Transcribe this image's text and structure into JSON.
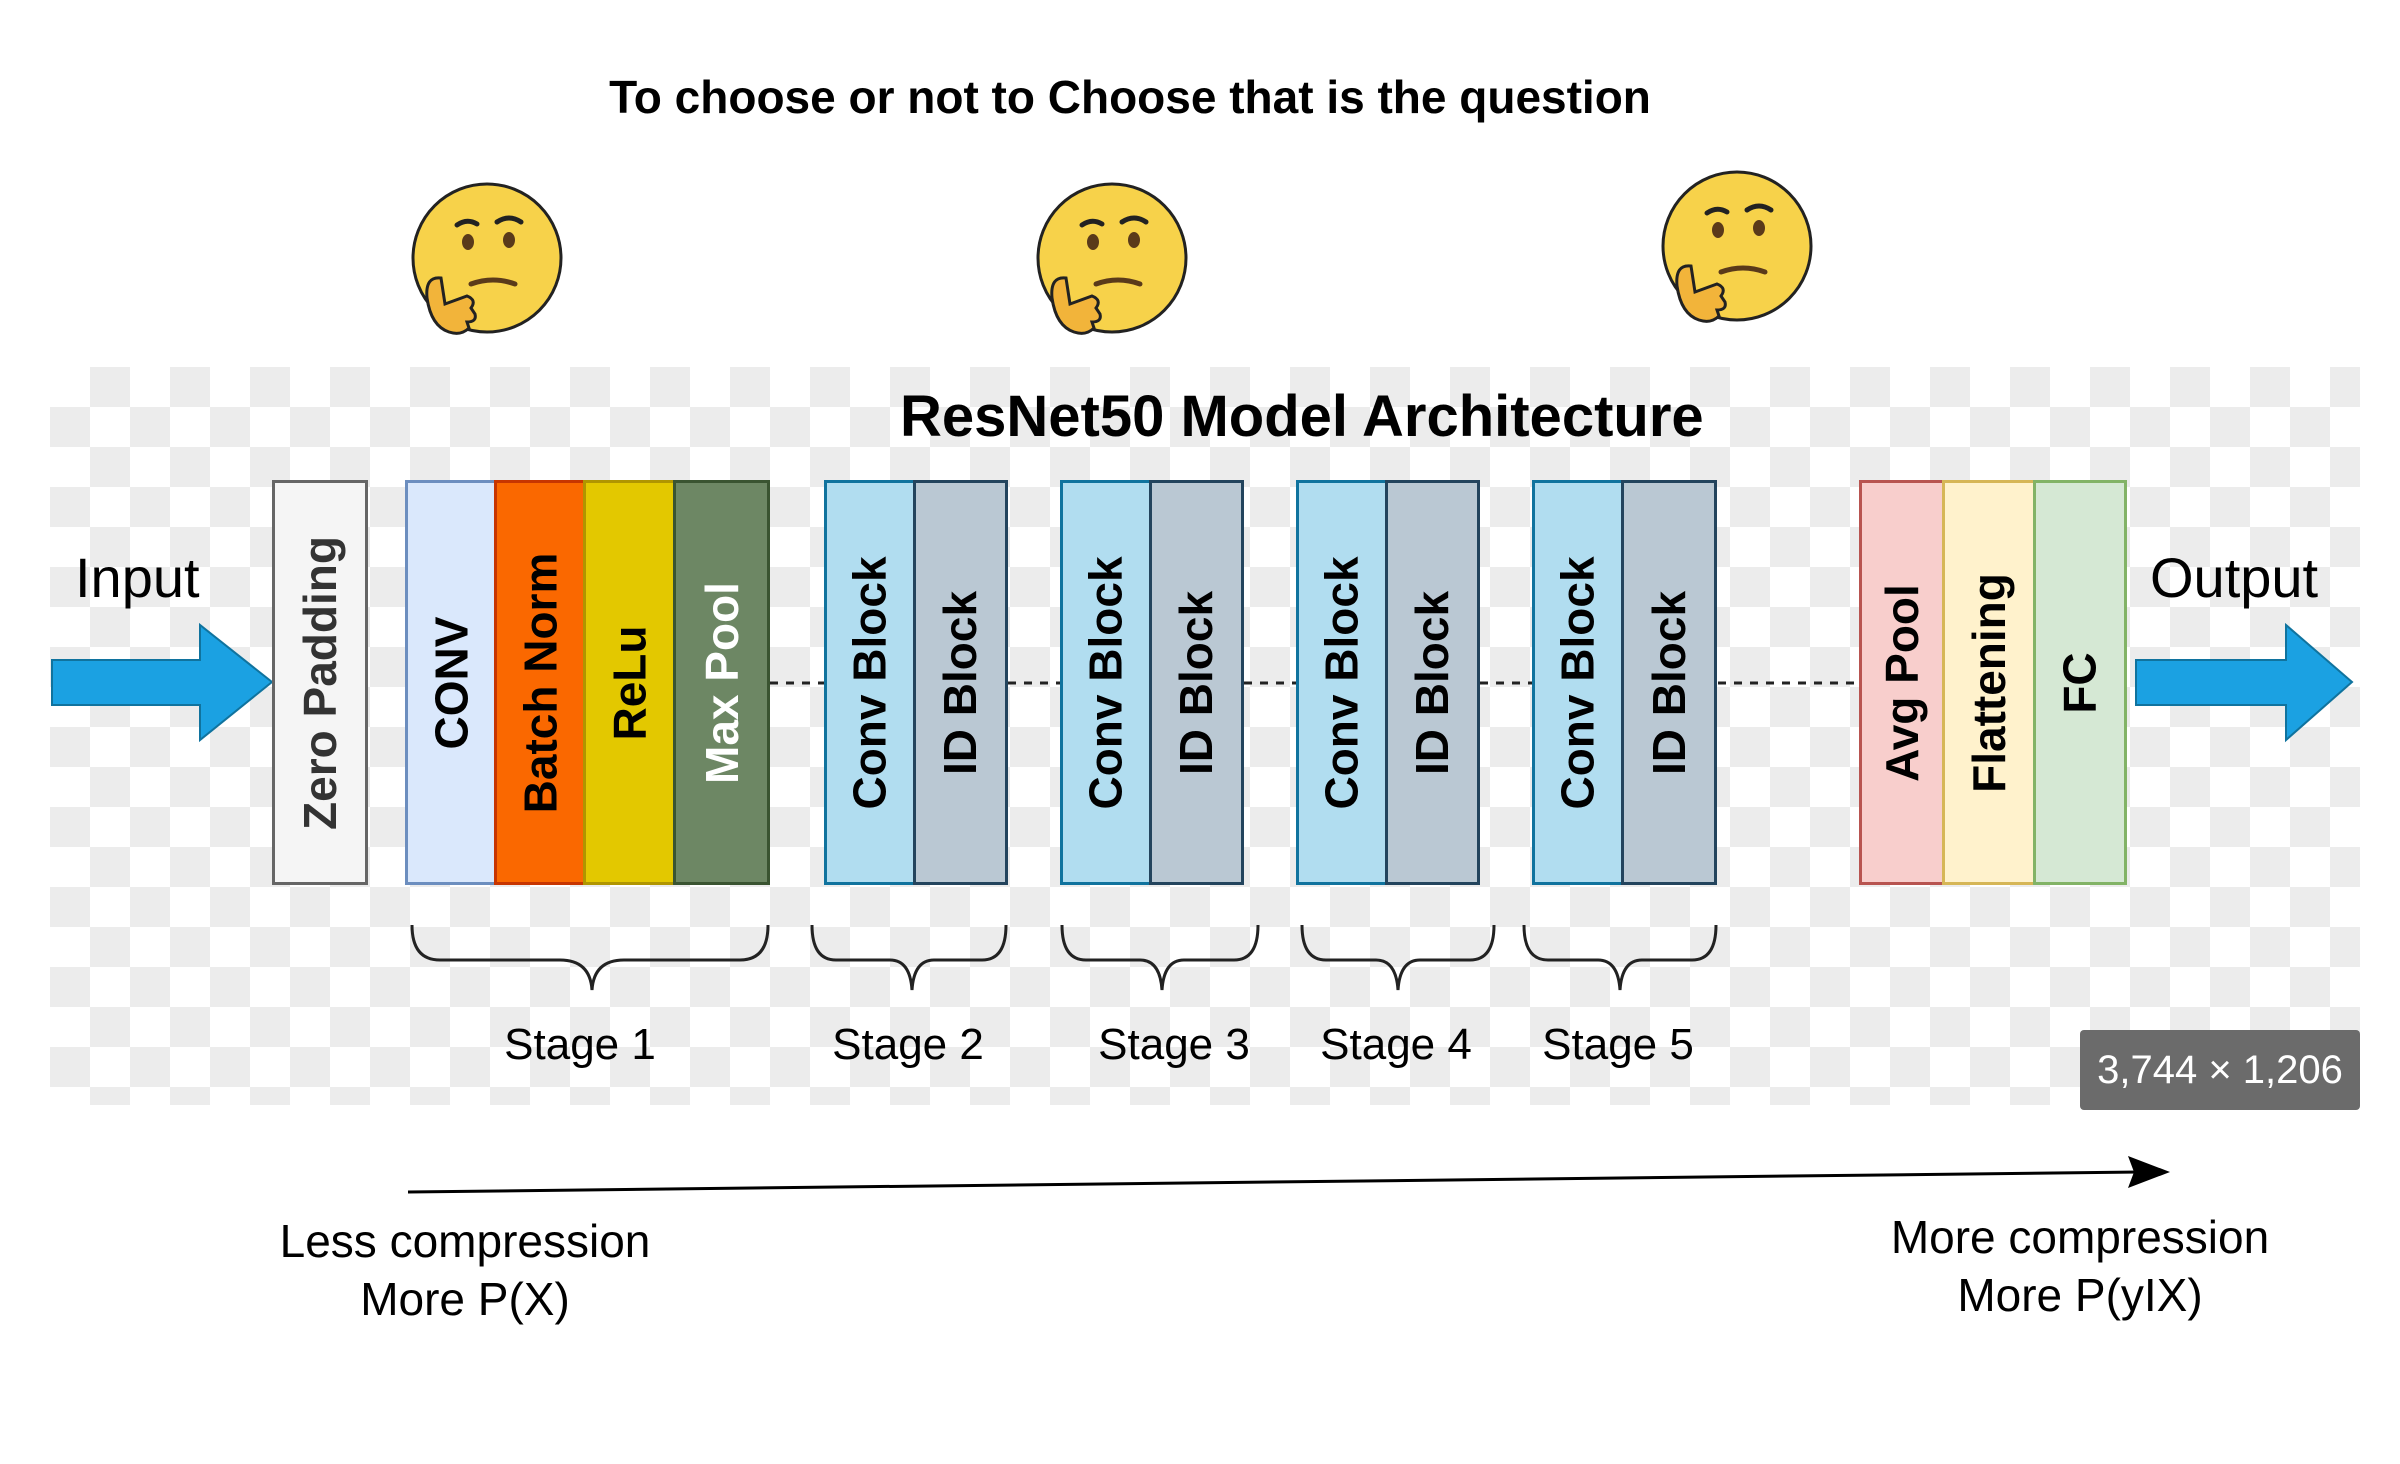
{
  "header": {
    "question": "To choose or not to Choose that is the question"
  },
  "diagram": {
    "title": "ResNet50 Model Architecture",
    "input_label": "Input",
    "output_label": "Output",
    "blocks": [
      {
        "label": "Zero  Padding",
        "fill": "#f5f5f5",
        "border": "#666666",
        "text": "#333333"
      },
      {
        "label": "CONV",
        "fill": "#dae8fc",
        "border": "#6c8ebf",
        "text": "#000000"
      },
      {
        "label": "Batch Norm",
        "fill": "#fa6800",
        "border": "#C73500",
        "text": "#000000"
      },
      {
        "label": "ReLu",
        "fill": "#e3c800",
        "border": "#B09500",
        "text": "#000000"
      },
      {
        "label": "Max Pool",
        "fill": "#6d8764",
        "border": "#3A5431",
        "text": "#ffffff"
      },
      {
        "label": "Conv Block",
        "fill": "#b1ddf0",
        "border": "#10739e",
        "text": "#000000"
      },
      {
        "label": "ID Block",
        "fill": "#bac8d3",
        "border": "#23445d",
        "text": "#000000"
      },
      {
        "label": "Conv Block",
        "fill": "#b1ddf0",
        "border": "#10739e",
        "text": "#000000"
      },
      {
        "label": "ID Block",
        "fill": "#bac8d3",
        "border": "#23445d",
        "text": "#000000"
      },
      {
        "label": "Conv Block",
        "fill": "#b1ddf0",
        "border": "#10739e",
        "text": "#000000"
      },
      {
        "label": "ID Block",
        "fill": "#bac8d3",
        "border": "#23445d",
        "text": "#000000"
      },
      {
        "label": "Conv Block",
        "fill": "#b1ddf0",
        "border": "#10739e",
        "text": "#000000"
      },
      {
        "label": "ID Block",
        "fill": "#bac8d3",
        "border": "#23445d",
        "text": "#000000"
      },
      {
        "label": "Avg Pool",
        "fill": "#f8cecc",
        "border": "#b85450",
        "text": "#000000"
      },
      {
        "label": "Flattening",
        "fill": "#fff2cc",
        "border": "#d6b656",
        "text": "#000000"
      },
      {
        "label": "FC",
        "fill": "#d5e8d4",
        "border": "#82b366",
        "text": "#000000"
      }
    ],
    "stages": [
      "Stage 1",
      "Stage 2",
      "Stage 3",
      "Stage 4",
      "Stage 5"
    ],
    "image_size_badge": "3,744 × 1,206",
    "arrow_color": "#1ba1e2"
  },
  "compression": {
    "left_line1": "Less compression",
    "left_line2": "More P(X)",
    "right_line1": "More compression",
    "right_line2": "More P(yIX)"
  },
  "icons": [
    "thinking-face-icon",
    "thinking-face-icon",
    "thinking-face-icon"
  ]
}
